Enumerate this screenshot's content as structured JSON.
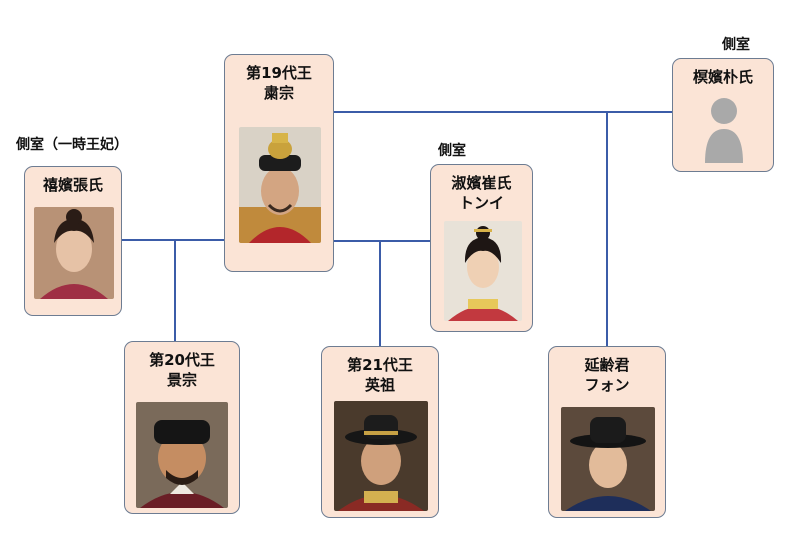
{
  "colors": {
    "card_fill": "#fbe4d6",
    "card_border": "#6d7c92",
    "line": "#3b5ca8"
  },
  "nodes": {
    "sukjong": {
      "line1": "第19代王",
      "line2": "粛宗",
      "portrait": "king-portrait"
    },
    "hibin": {
      "line1": "禧嬪張氏",
      "note": "側室（一時王妃）",
      "portrait": "woman-portrait"
    },
    "sukbin": {
      "line1": "淑嬪崔氏",
      "line2": "トンイ",
      "note": "側室",
      "portrait": "woman-portrait"
    },
    "myeongbin": {
      "line1": "榠嬪朴氏",
      "note": "側室",
      "portrait": "silhouette-portrait"
    },
    "gyeongjong": {
      "line1": "第20代王",
      "line2": "景宗",
      "portrait": "man-portrait"
    },
    "yeongjo": {
      "line1": "第21代王",
      "line2": "英祖",
      "portrait": "man-portrait"
    },
    "yeonnyeong": {
      "line1": "延齢君",
      "line2": "フォン",
      "portrait": "man-portrait"
    }
  }
}
